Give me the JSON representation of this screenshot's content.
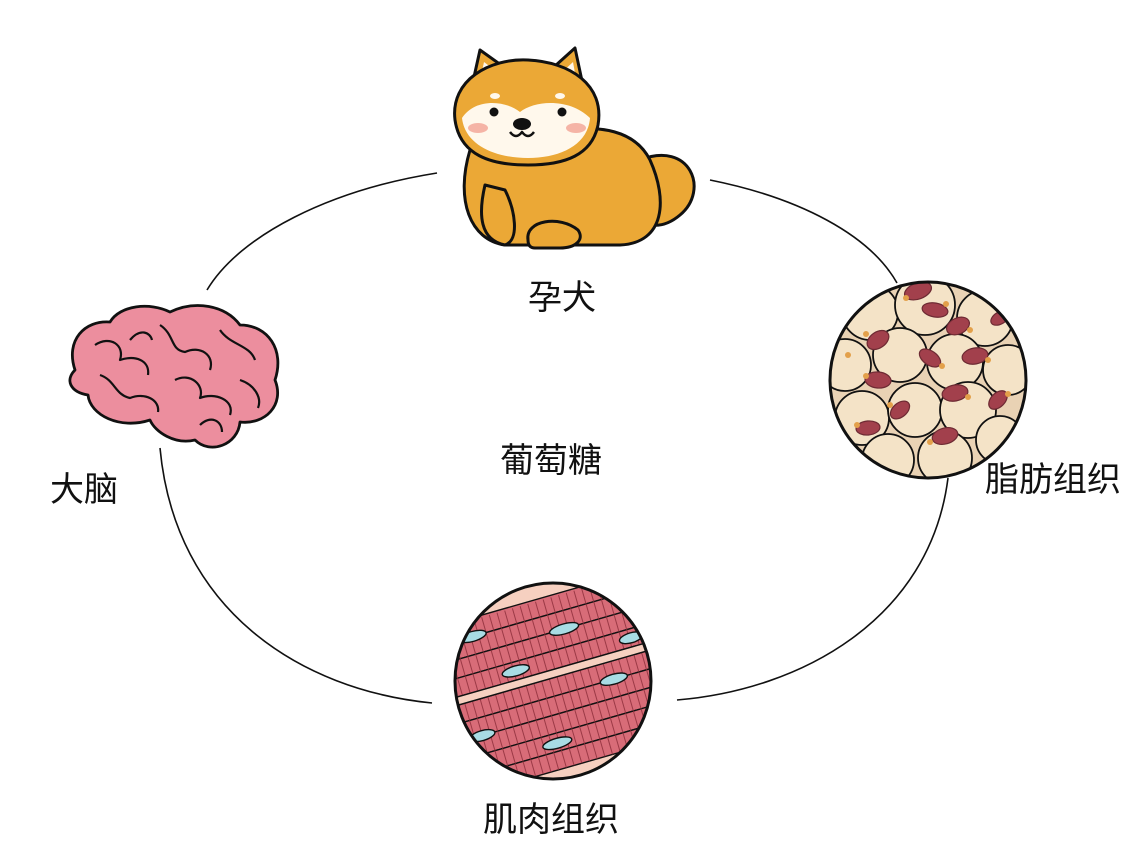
{
  "center": {
    "label": "葡萄糖"
  },
  "nodes": {
    "dog": {
      "label": "孕犬",
      "icon": "pregnant-dog-icon"
    },
    "brain": {
      "label": "大脑",
      "icon": "brain-icon"
    },
    "fat": {
      "label": "脂肪组织",
      "icon": "adipose-tissue-icon"
    },
    "muscle": {
      "label": "肌肉组织",
      "icon": "muscle-tissue-icon"
    }
  },
  "colors": {
    "dog_fur": "#EBA836",
    "dog_face": "#FFF8EC",
    "brain": "#EC8E9E",
    "fat_cell": "#F4E3C7",
    "fat_nucleus": "#A2404C",
    "muscle": "#D86C78",
    "muscle_nucleus": "#A8DCE4",
    "outline": "#111111"
  }
}
